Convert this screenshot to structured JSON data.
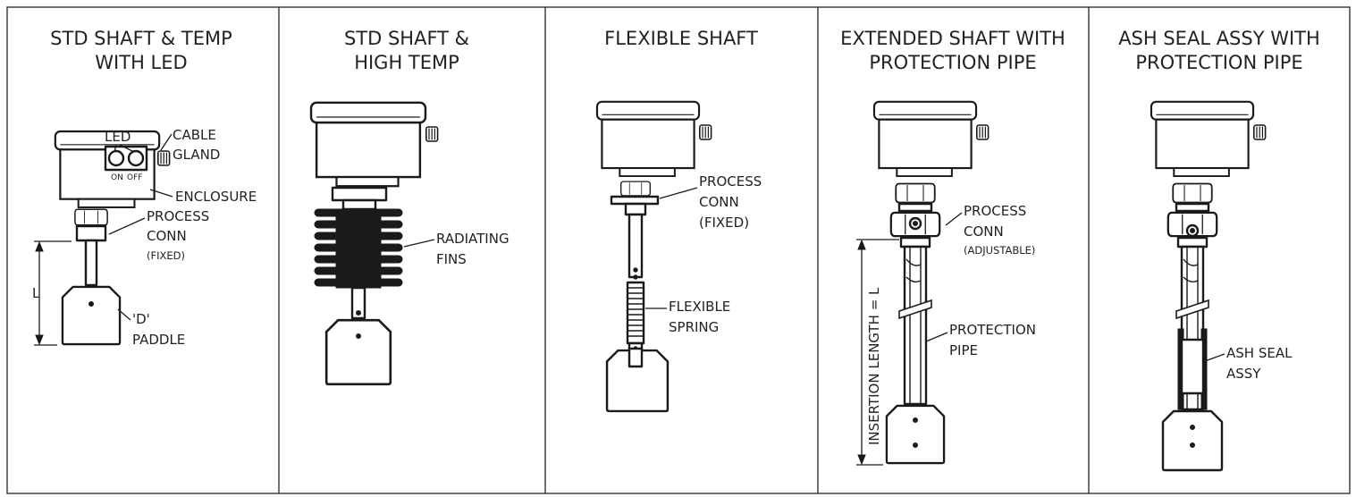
{
  "panels": [
    {
      "title_line1": "STD SHAFT & TEMP",
      "title_line2": "WITH LED",
      "labels": {
        "led": "LED",
        "cable_l1": "CABLE",
        "cable_l2": "GLAND",
        "on": "ON",
        "off": "OFF",
        "enclosure": "ENCLOSURE",
        "process_l1": "PROCESS",
        "process_l2": "CONN",
        "process_l3": "(FIXED)",
        "length": "L",
        "paddle_l1": "'D'",
        "paddle_l2": "PADDLE"
      }
    },
    {
      "title_line1": "STD SHAFT &",
      "title_line2": "HIGH TEMP",
      "labels": {
        "fins_l1": "RADIATING",
        "fins_l2": "FINS"
      }
    },
    {
      "title_line1": "FLEXIBLE SHAFT",
      "title_line2": "",
      "labels": {
        "process_l1": "PROCESS",
        "process_l2": "CONN",
        "process_l3": "(FIXED)",
        "spring_l1": "FLEXIBLE",
        "spring_l2": "SPRING"
      }
    },
    {
      "title_line1": "EXTENDED SHAFT WITH",
      "title_line2": "PROTECTION PIPE",
      "labels": {
        "process_l1": "PROCESS",
        "process_l2": "CONN",
        "process_l3": "(ADJUSTABLE)",
        "insertion": "INSERTION LENGTH = L",
        "pipe_l1": "PROTECTION",
        "pipe_l2": "PIPE"
      }
    },
    {
      "title_line1": "ASH SEAL ASSY WITH",
      "title_line2": "PROTECTION PIPE",
      "labels": {
        "ash_l1": "ASH SEAL",
        "ash_l2": "ASSY"
      }
    }
  ]
}
